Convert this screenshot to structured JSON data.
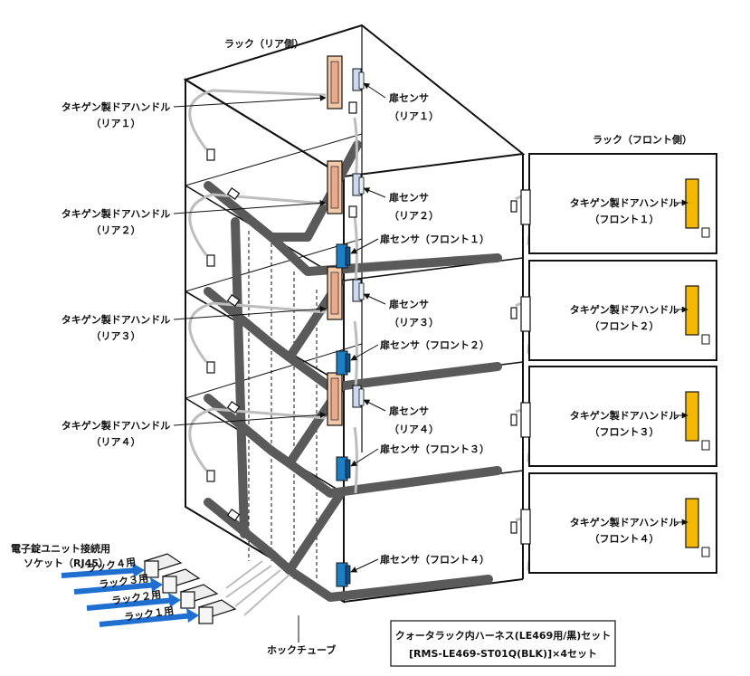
{
  "title_rear": "ラック（リア側）",
  "title_front": "ラック（フロント側）",
  "rear_handles": [
    {
      "line1": "タキゲン製ドアハンドル",
      "line2": "（リア１）"
    },
    {
      "line1": "タキゲン製ドアハンドル",
      "line2": "（リア２）"
    },
    {
      "line1": "タキゲン製ドアハンドル",
      "line2": "（リア３）"
    },
    {
      "line1": "タキゲン製ドアハンドル",
      "line2": "（リア４）"
    }
  ],
  "rear_sensors": [
    {
      "line1": "扉センサ",
      "line2": "（リア１）"
    },
    {
      "line1": "扉センサ",
      "line2": "（リア２）"
    },
    {
      "line1": "扉センサ",
      "line2": "（リア３）"
    },
    {
      "line1": "扉センサ",
      "line2": "（リア４）"
    }
  ],
  "front_sensors": [
    "扉センサ（フロント１）",
    "扉センサ（フロント２）",
    "扉センサ（フロント３）",
    "扉センサ（フロント４）"
  ],
  "front_handles": [
    {
      "line1": "タキゲン製ドアハンドル",
      "line2": "（フロント１）"
    },
    {
      "line1": "タキゲン製ドアハンドル",
      "line2": "（フロント２）"
    },
    {
      "line1": "タキゲン製ドアハンドル",
      "line2": "（フロント３）"
    },
    {
      "line1": "タキゲン製ドアハンドル",
      "line2": "（フロント４）"
    }
  ],
  "socket_label": {
    "line1": "電子錠ユニット接続用",
    "line2": "ソケット（RJ45）"
  },
  "rack_arrows": [
    "ラック４用",
    "ラック３用",
    "ラック２用",
    "ラック１用"
  ],
  "hook_tube": "ホックチューブ",
  "harness": {
    "line1": "クォータラック内ハーネス(LE469用/黒)セット",
    "line2": "[RMS-LE469-ST01Q(BLK)]×4セット"
  },
  "colors": {
    "handle_rear": "#f4c9a8",
    "handle_front": "#f5b800",
    "sensor_rear": "#c9d9ee",
    "sensor_front": "#1f7fc4",
    "cable": "#5a5a5a",
    "arrow": "#1f6fd0"
  }
}
